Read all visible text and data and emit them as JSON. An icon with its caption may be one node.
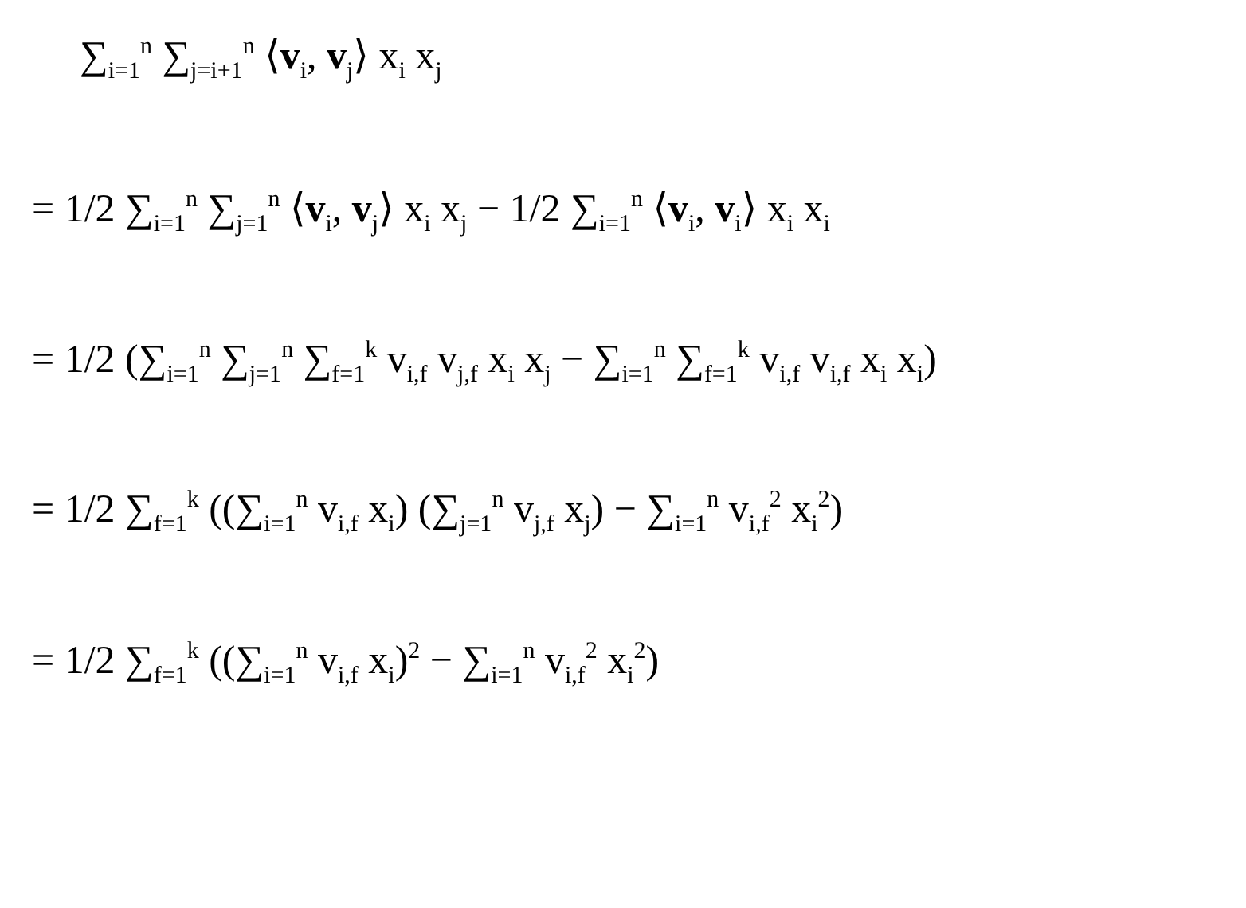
{
  "diagram": {
    "labels": [
      "∑$_{i=1}$$^{n}$ ∑$_{j=i+1}$$^{n}$ ⟨**v**$_{i}$, **v**$_{j}$⟩ x$_{i}$ x$_{j}$",
      "= 1/2 ∑$_{i=1}$$^{n}$ ∑$_{j=1}$$^{n}$ ⟨**v**$_{i}$, **v**$_{j}$⟩ x$_{i}$ x$_{j}$ − 1/2 ∑$_{i=1}$$^{n}$ ⟨**v**$_{i}$, **v**$_{i}$⟩ x$_{i}$ x$_{i}$",
      "= 1/2 (∑$_{i=1}$$^{n}$ ∑$_{j=1}$$^{n}$ ∑$_{f=1}$$^{k}$ v$_{i,f}$ v$_{j,f}$ x$_{i}$ x$_{j}$ − ∑$_{i=1}$$^{n}$ ∑$_{f=1}$$^{k}$ v$_{i,f}$ v$_{i,f}$ x$_{i}$ x$_{i}$)",
      "= 1/2 ∑$_{f=1}$$^{k}$ ((∑$_{i=1}$$^{n}$ v$_{i,f}$ x$_{i}$) (∑$_{j=1}$$^{n}$ v$_{j,f}$ x$_{j}$) − ∑$_{i=1}$$^{n}$ v$_{i,f}$$^{2}$ x$_{i}$$^{2}$)",
      "= 1/2 ∑$_{f=1}$$^{k}$ ((∑$_{i=1}$$^{n}$ v$_{i,f}$ x$_{i}$)$^{2}$ − ∑$_{i=1}$$^{n}$ v$_{i,f}$$^{2}$ x$_{i}$$^{2}$)"
    ]
  }
}
